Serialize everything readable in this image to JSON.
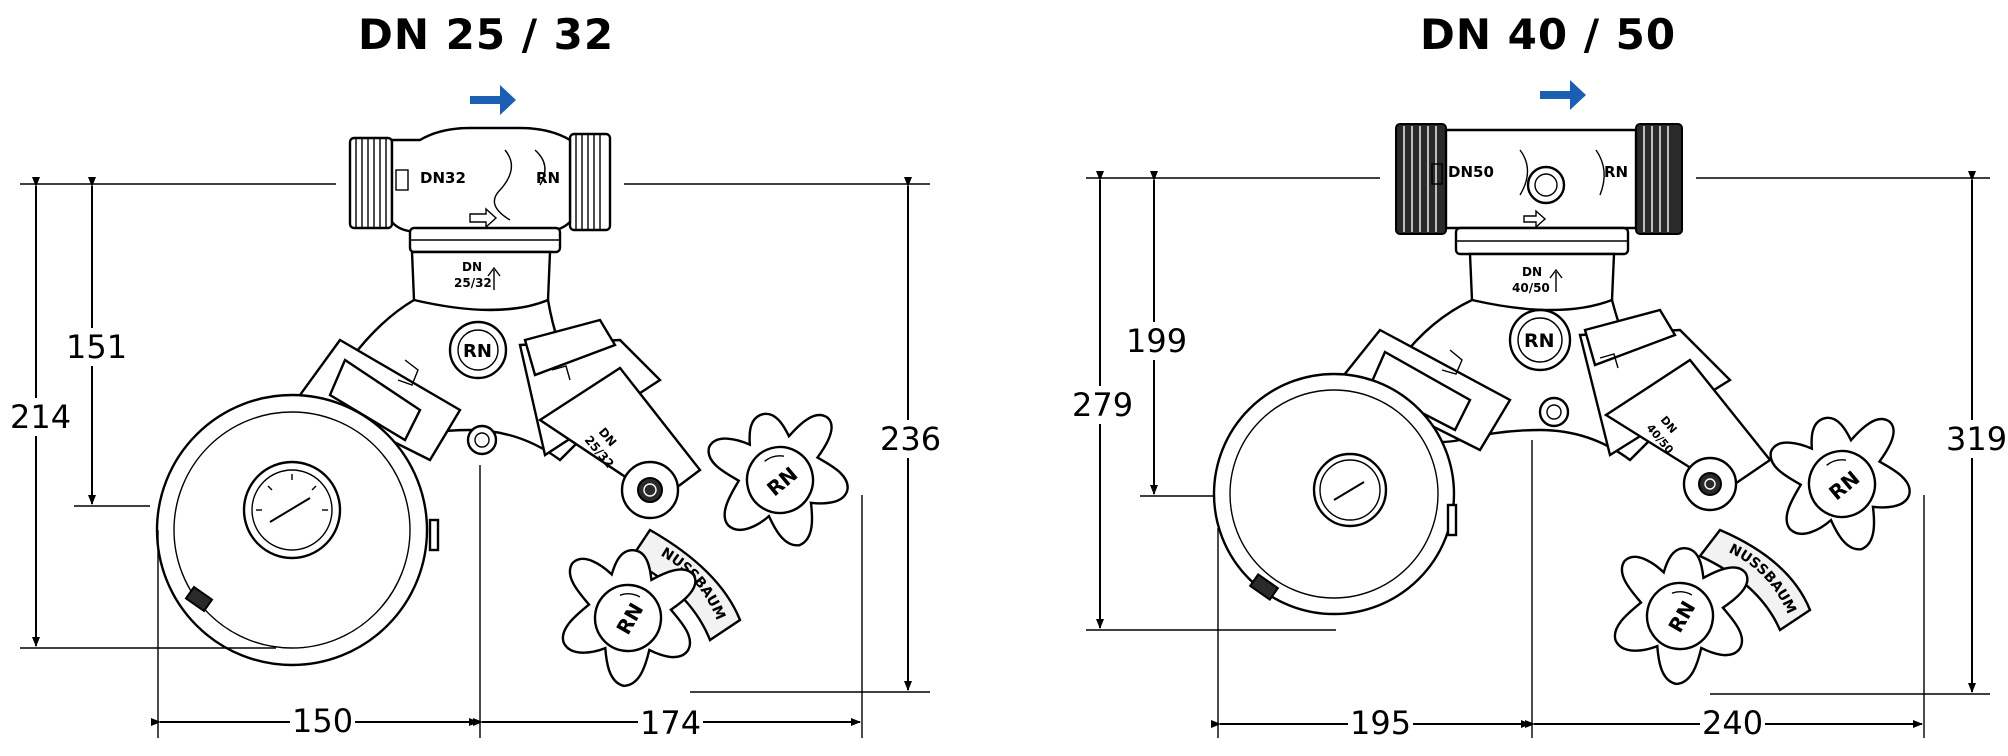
{
  "views": [
    {
      "title": "DN 25 / 32",
      "flow_arrow_color": "#1a5fb4",
      "body_label": "DN32",
      "brand_short": "RN",
      "neck_label_line1": "DN",
      "neck_label_line2": "25/32",
      "stem_label_line1": "DN",
      "stem_label_line2": "25/32",
      "brand_text": "NUSSBAUM",
      "dims": {
        "height_inner": "151",
        "height_left": "214",
        "height_right": "236",
        "width_left": "150",
        "width_right": "174"
      }
    },
    {
      "title": "DN 40 / 50",
      "flow_arrow_color": "#1a5fb4",
      "body_label": "DN50",
      "brand_short": "RN",
      "neck_label_line1": "DN",
      "neck_label_line2": "40/50",
      "stem_label_line1": "DN",
      "stem_label_line2": "40/50",
      "brand_text": "NUSSBAUM",
      "dims": {
        "height_inner": "199",
        "height_left": "279",
        "height_right": "319",
        "width_left": "195",
        "width_right": "240"
      }
    }
  ]
}
